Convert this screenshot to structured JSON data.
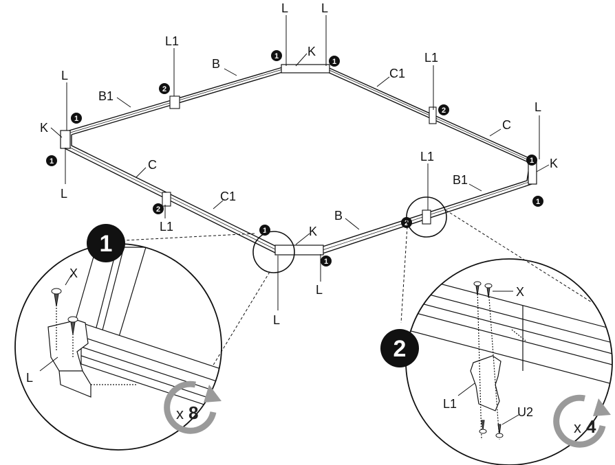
{
  "frame_labels": {
    "L": "L",
    "L1": "L1",
    "K": "K",
    "B": "B",
    "B1": "B1",
    "C": "C",
    "C1": "C1"
  },
  "step_markers": {
    "one": "1",
    "two": "2"
  },
  "detail_1": {
    "number": "1",
    "screw_label": "X",
    "bracket_label": "L",
    "multiplier_prefix": "x",
    "multiplier_value": "8"
  },
  "detail_2": {
    "number": "2",
    "screw_label": "X",
    "bracket_label": "L1",
    "bottom_screw_label": "U2",
    "multiplier_prefix": "x",
    "multiplier_value": "4"
  },
  "colors": {
    "ink": "#111111",
    "rotate_arrow": "#9a9a9a"
  }
}
